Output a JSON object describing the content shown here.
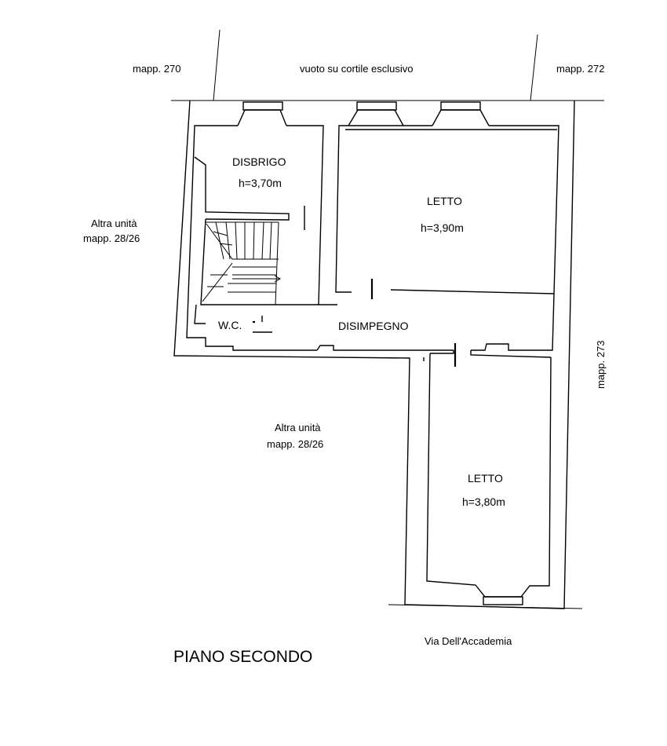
{
  "labels": {
    "mapp_270": "mapp. 270",
    "vuoto": "vuoto su cortile esclusivo",
    "mapp_272": "mapp. 272",
    "mapp_273": "mapp. 273",
    "altra_unita_left_1": "Altra unità",
    "altra_unita_left_2": "mapp. 28/26",
    "altra_unita_center_1": "Altra unità",
    "altra_unita_center_2": "mapp. 28/26",
    "street": "Via Dell'Accademia",
    "floor_title": "PIANO SECONDO"
  },
  "rooms": {
    "disbrigo_name": "DISBRIGO",
    "disbrigo_height": "h=3,70m",
    "letto1_name": "LETTO",
    "letto1_height": "h=3,90m",
    "wc_name": "W.C.",
    "disimpegno_name": "DISIMPEGNO",
    "letto2_name": "LETTO",
    "letto2_height": "h=3,80m"
  }
}
